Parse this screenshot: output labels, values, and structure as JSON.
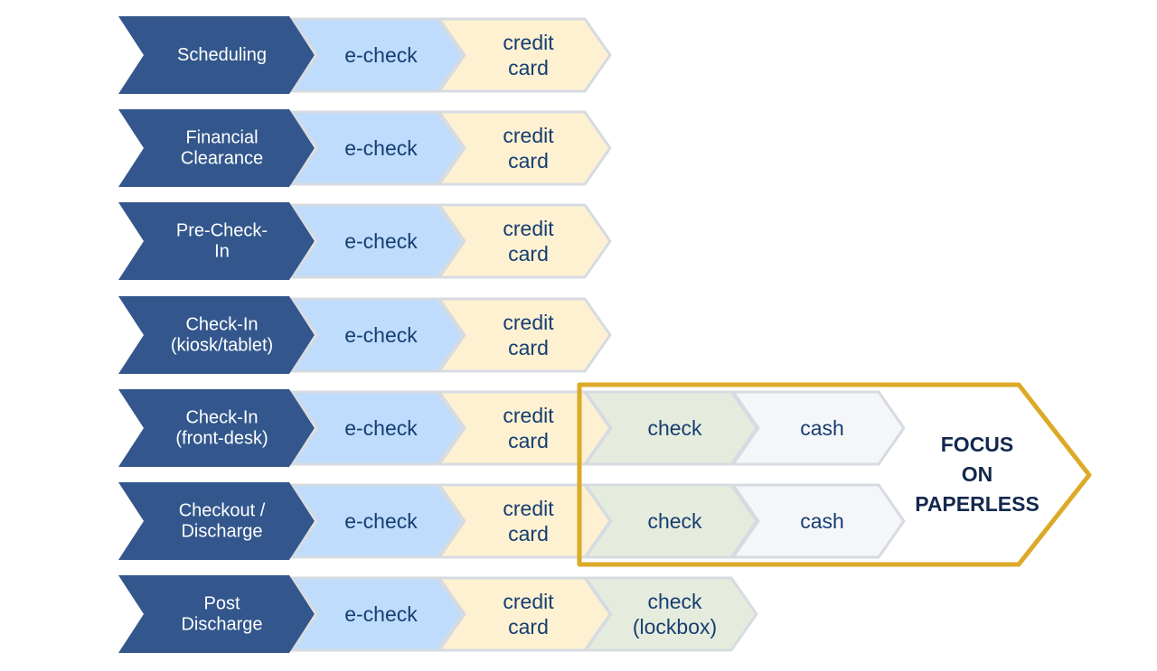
{
  "colors": {
    "stage": "#33578c",
    "stage_text": "#ffffff",
    "echeck": "#bfdcfc",
    "credit": "#fdf1d2",
    "check": "#e6ecdd",
    "cash": "#f5f6f8",
    "chevron_stroke": "#d6dbe2",
    "option_text": "#163e72",
    "focus_border": "#dcaa28",
    "focus_text": "#14284c"
  },
  "rows": [
    {
      "stage": [
        "Scheduling"
      ],
      "options": [
        {
          "kind": "echeck",
          "lines": [
            "e-check"
          ]
        },
        {
          "kind": "credit",
          "lines": [
            "credit",
            "card"
          ]
        }
      ]
    },
    {
      "stage": [
        "Financial",
        "Clearance"
      ],
      "options": [
        {
          "kind": "echeck",
          "lines": [
            "e-check"
          ]
        },
        {
          "kind": "credit",
          "lines": [
            "credit",
            "card"
          ]
        }
      ]
    },
    {
      "stage": [
        "Pre-Check-",
        "In"
      ],
      "options": [
        {
          "kind": "echeck",
          "lines": [
            "e-check"
          ]
        },
        {
          "kind": "credit",
          "lines": [
            "credit",
            "card"
          ]
        }
      ]
    },
    {
      "stage": [
        "Check-In",
        "(kiosk/tablet)"
      ],
      "options": [
        {
          "kind": "echeck",
          "lines": [
            "e-check"
          ]
        },
        {
          "kind": "credit",
          "lines": [
            "credit",
            "card"
          ]
        }
      ]
    },
    {
      "stage": [
        "Check-In",
        "(front-desk)"
      ],
      "options": [
        {
          "kind": "echeck",
          "lines": [
            "e-check"
          ]
        },
        {
          "kind": "credit",
          "lines": [
            "credit",
            "card"
          ]
        },
        {
          "kind": "check",
          "lines": [
            "check"
          ]
        },
        {
          "kind": "cash",
          "lines": [
            "cash"
          ]
        }
      ]
    },
    {
      "stage": [
        "Checkout /",
        "Discharge"
      ],
      "options": [
        {
          "kind": "echeck",
          "lines": [
            "e-check"
          ]
        },
        {
          "kind": "credit",
          "lines": [
            "credit",
            "card"
          ]
        },
        {
          "kind": "check",
          "lines": [
            "check"
          ]
        },
        {
          "kind": "cash",
          "lines": [
            "cash"
          ]
        }
      ]
    },
    {
      "stage": [
        "Post",
        "Discharge"
      ],
      "options": [
        {
          "kind": "echeck",
          "lines": [
            "e-check"
          ]
        },
        {
          "kind": "credit",
          "lines": [
            "credit",
            "card"
          ]
        },
        {
          "kind": "check",
          "lines": [
            "check",
            "(lockbox)"
          ]
        }
      ]
    }
  ],
  "focus": {
    "lines": [
      "FOCUS",
      "ON",
      "PAPERLESS"
    ]
  }
}
